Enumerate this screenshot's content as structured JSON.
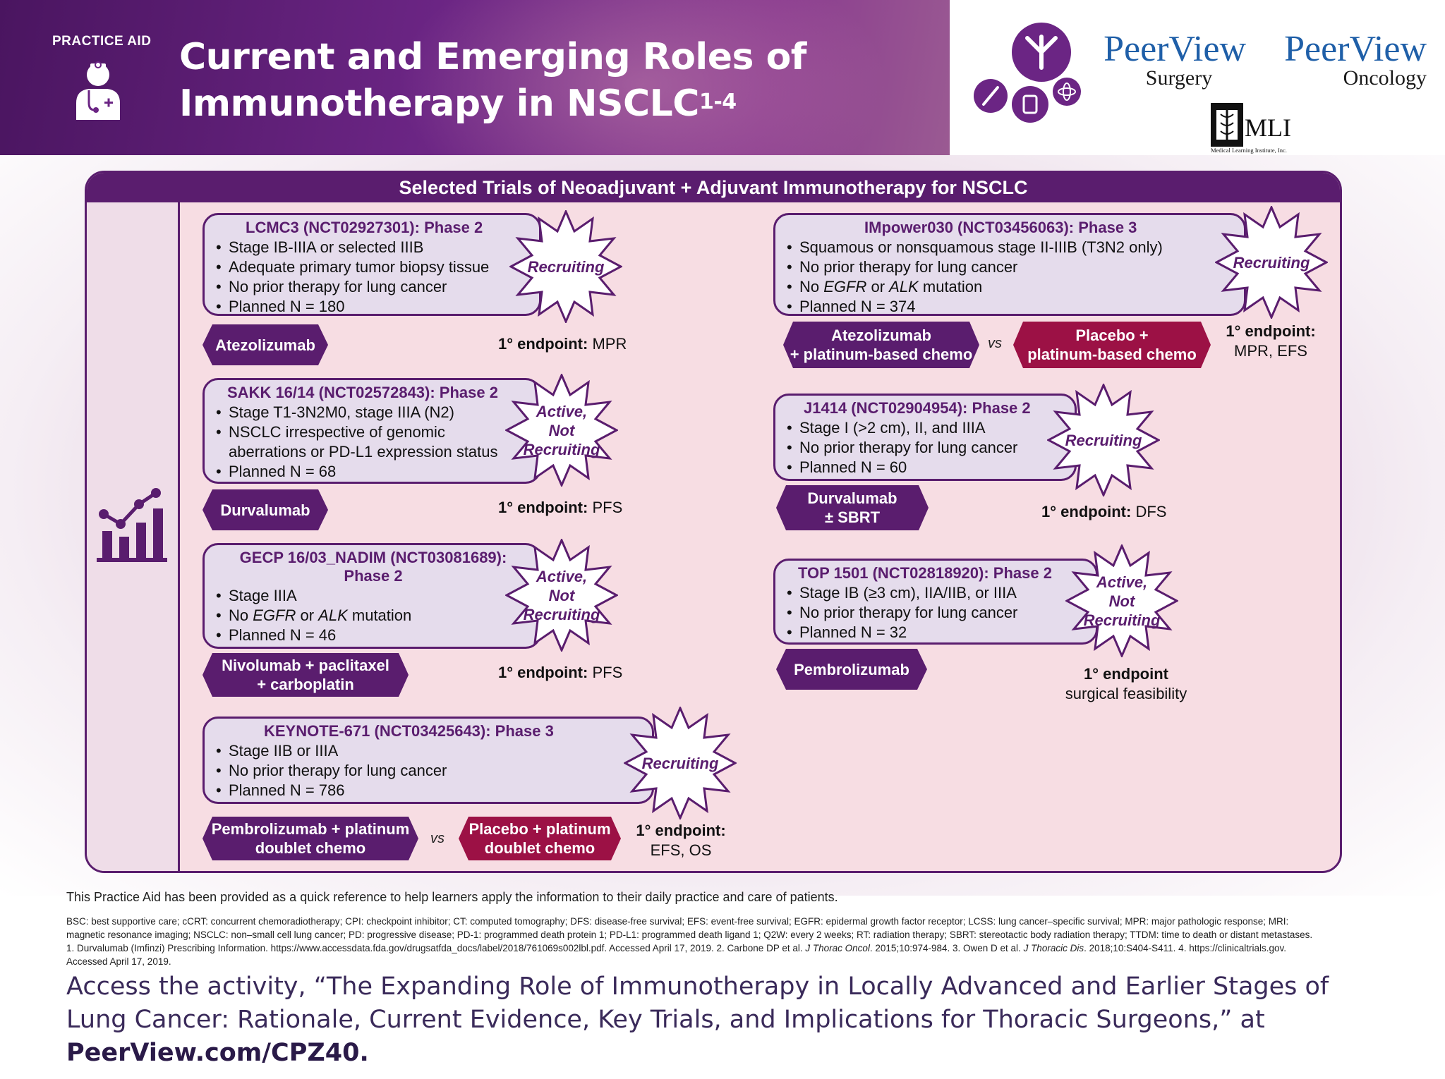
{
  "header": {
    "label": "PRACTICE AID",
    "title_line1": "Current and Emerging Roles of",
    "title_line2": "Immunotherapy in NSCLC",
    "title_sup": "1-4"
  },
  "logos": {
    "pv1_brand": "PeerView",
    "pv1_sub": "Surgery",
    "pv2_brand": "PeerView",
    "pv2_sub": "Oncology",
    "mli_name": "MLI",
    "mli_full": "Medical Learning Institute, Inc."
  },
  "panel": {
    "title": "Selected Trials of Neoadjuvant + Adjuvant Immunotherapy for NSCLC"
  },
  "trials": {
    "lcmc3": {
      "title": "LCMC3 (NCT02927301): Phase 2",
      "b1": "Stage IB-IIIA or selected IIIB",
      "b2": "Adequate primary tumor biopsy tissue",
      "b3": "No prior therapy for lung cancer",
      "b4": "Planned N = 180",
      "status": "Recruiting",
      "drug": "Atezolizumab",
      "endpoint_label": "1° endpoint:",
      "endpoint_value": "MPR"
    },
    "sakk": {
      "title": "SAKK 16/14 (NCT02572843): Phase 2",
      "b1": "Stage T1-3N2M0, stage IIIA (N2)",
      "b2": "NSCLC irrespective of genomic",
      "b2b": "aberrations or PD-L1 expression status",
      "b3": "Planned N = 68",
      "status1": "Active,",
      "status2": "Not",
      "status3": "Recruiting",
      "drug": "Durvalumab",
      "endpoint_label": "1° endpoint:",
      "endpoint_value": "PFS"
    },
    "gecp": {
      "title1": "GECP 16/03_NADIM (NCT03081689):",
      "title2": "Phase 2",
      "b1": "Stage IIIA",
      "b2_pre": "No ",
      "b2_egfr": "EGFR",
      "b2_mid": " or ",
      "b2_alk": "ALK",
      "b2_post": " mutation",
      "b3": "Planned N = 46",
      "status1": "Active,",
      "status2": "Not",
      "status3": "Recruiting",
      "drug1": "Nivolumab + paclitaxel",
      "drug2": "+ carboplatin",
      "endpoint_label": "1° endpoint:",
      "endpoint_value": "PFS"
    },
    "keynote": {
      "title": "KEYNOTE-671 (NCT03425643): Phase 3",
      "b1": "Stage IIB or IIIA",
      "b2": "No prior therapy for lung cancer",
      "b3": "Planned N = 786",
      "status": "Recruiting",
      "drug1a": "Pembrolizumab + platinum",
      "drug1b": "doublet chemo",
      "vs": "vs",
      "drug2a": "Placebo + platinum",
      "drug2b": "doublet chemo",
      "endpoint_label": "1° endpoint:",
      "endpoint_value": "EFS, OS"
    },
    "impower": {
      "title": "IMpower030 (NCT03456063): Phase 3",
      "b1": "Squamous or nonsquamous stage II-IIIB (T3N2 only)",
      "b2": "No prior therapy for lung cancer",
      "b3_pre": "No ",
      "b3_egfr": "EGFR",
      "b3_mid": " or ",
      "b3_alk": "ALK",
      "b3_post": " mutation",
      "b4": "Planned N = 374",
      "status": "Recruiting",
      "drug1a": "Atezolizumab",
      "drug1b": "+ platinum-based chemo",
      "vs": "vs",
      "drug2a": "Placebo +",
      "drug2b": "platinum-based chemo",
      "endpoint_label": "1° endpoint:",
      "endpoint_value": "MPR, EFS"
    },
    "j1414": {
      "title": "J1414 (NCT02904954): Phase 2",
      "b1": "Stage I (>2 cm), II, and IIIA",
      "b2": "No prior therapy for lung cancer",
      "b3": "Planned N = 60",
      "status": "Recruiting",
      "drug1": "Durvalumab",
      "drug2": "± SBRT",
      "endpoint_label": "1° endpoint:",
      "endpoint_value": "DFS"
    },
    "top": {
      "title": "TOP 1501 (NCT02818920): Phase 2",
      "b1": "Stage IB (≥3 cm), IIA/IIB, or IIIA",
      "b2": "No prior therapy for lung cancer",
      "b3": "Planned N = 32",
      "status1": "Active,",
      "status2": "Not",
      "status3": "Recruiting",
      "drug": "Pembrolizumab",
      "endpoint_label": "1° endpoint",
      "endpoint_value": "surgical feasibility"
    }
  },
  "footer": {
    "disclaimer": "This Practice Aid has been provided as a quick reference to help learners apply the information to their daily practice and care of patients.",
    "abbrev1": "BSC: best supportive care; cCRT: concurrent chemoradiotherapy; CPI: checkpoint inhibitor; CT: computed tomography; DFS: disease-free survival; EFS: event-free survival; EGFR: epidermal growth factor receptor; LCSS: lung cancer–specific survival; MPR: major pathologic response; MRI:",
    "abbrev2": "magnetic resonance imaging; NSCLC: non–small cell lung cancer; PD: progressive disease; PD-1: programmed death protein 1; PD-L1: programmed death ligand 1; Q2W: every 2 weeks; RT: radiation therapy; SBRT: stereotactic body radiation therapy; TTDM: time to death or distant metastases.",
    "ref_a": "1. Durvalumab (Imfinzi) Prescribing Information. https://www.accessdata.fda.gov/drugsatfda_docs/label/2018/761069s002lbl.pdf. Accessed April 17, 2019. 2. Carbone DP et al. ",
    "ref_j1": "J Thorac Oncol",
    "ref_b": ". 2015;10:974-984. 3. Owen D et al. ",
    "ref_j2": "J Thoracic Dis",
    "ref_c": ". 2018;10:S404-S411. 4. https://clinicaltrials.gov.",
    "ref_d": "Accessed April 17, 2019.",
    "access1": "Access the activity, “The Expanding Role of Immunotherapy in Locally Advanced and Earlier Stages of",
    "access2": "Lung Cancer: Rationale, Current Evidence, Key Trials, and Implications for Thoracic Surgeons,” at",
    "access_url": "PeerView.com/CPZ40."
  }
}
